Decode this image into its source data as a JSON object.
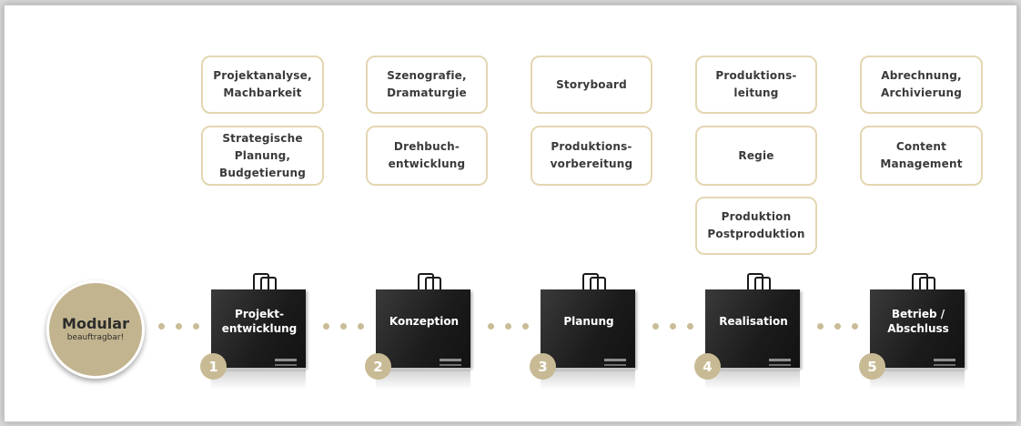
{
  "modular": {
    "title": "Modular",
    "subtitle": "beauftragbar!"
  },
  "phases": [
    {
      "label": "Projekt-\nentwicklung",
      "number": "1"
    },
    {
      "label": "Konzeption",
      "number": "2"
    },
    {
      "label": "Planung",
      "number": "3"
    },
    {
      "label": "Realisation",
      "number": "4"
    },
    {
      "label": "Betrieb /\nAbschluss",
      "number": "5"
    }
  ],
  "tasks": {
    "phase1": [
      "Projektanalyse,\nMachbarkeit",
      "Strategische\nPlanung,\nBudgetierung"
    ],
    "phase2": [
      "Szenografie,\nDramaturgie",
      "Drehbuch-\nentwicklung"
    ],
    "phase3": [
      "Storyboard",
      "Produktions-\nvorbereitung"
    ],
    "phase4": [
      "Produktions-\nleitung",
      "Regie",
      "Produktion\nPostproduktion"
    ],
    "phase5": [
      "Abrechnung,\nArchivierung",
      "Content\nManagement"
    ]
  },
  "colors": {
    "accent": "#c8ba94",
    "box_border": "#e4d6b2",
    "bag": "#1b1b1b"
  }
}
